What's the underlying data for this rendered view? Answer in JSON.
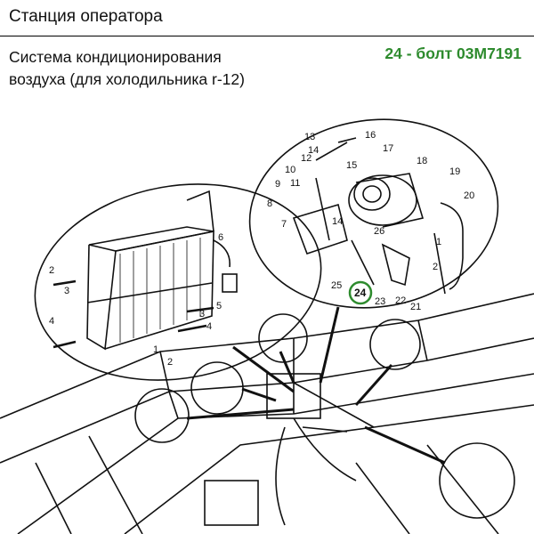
{
  "page": {
    "section_title": "Станция оператора",
    "subtitle_line1": "Система кондиционирования",
    "subtitle_line2": "воздуха (для холодильника r-12)",
    "callout": "24 - болт 03M7191",
    "callout_color": "#2e8b2e"
  },
  "condenser_labels": [
    "2",
    "3",
    "4",
    "6",
    "5",
    "3",
    "4",
    "1",
    "2"
  ],
  "compressor_labels": [
    "13",
    "14",
    "16",
    "17",
    "12",
    "15",
    "18",
    "10",
    "19",
    "11",
    "9",
    "20",
    "8",
    "7",
    "14",
    "26",
    "1",
    "2",
    "25",
    "24",
    "23",
    "22",
    "21"
  ],
  "highlighted_part": "24"
}
